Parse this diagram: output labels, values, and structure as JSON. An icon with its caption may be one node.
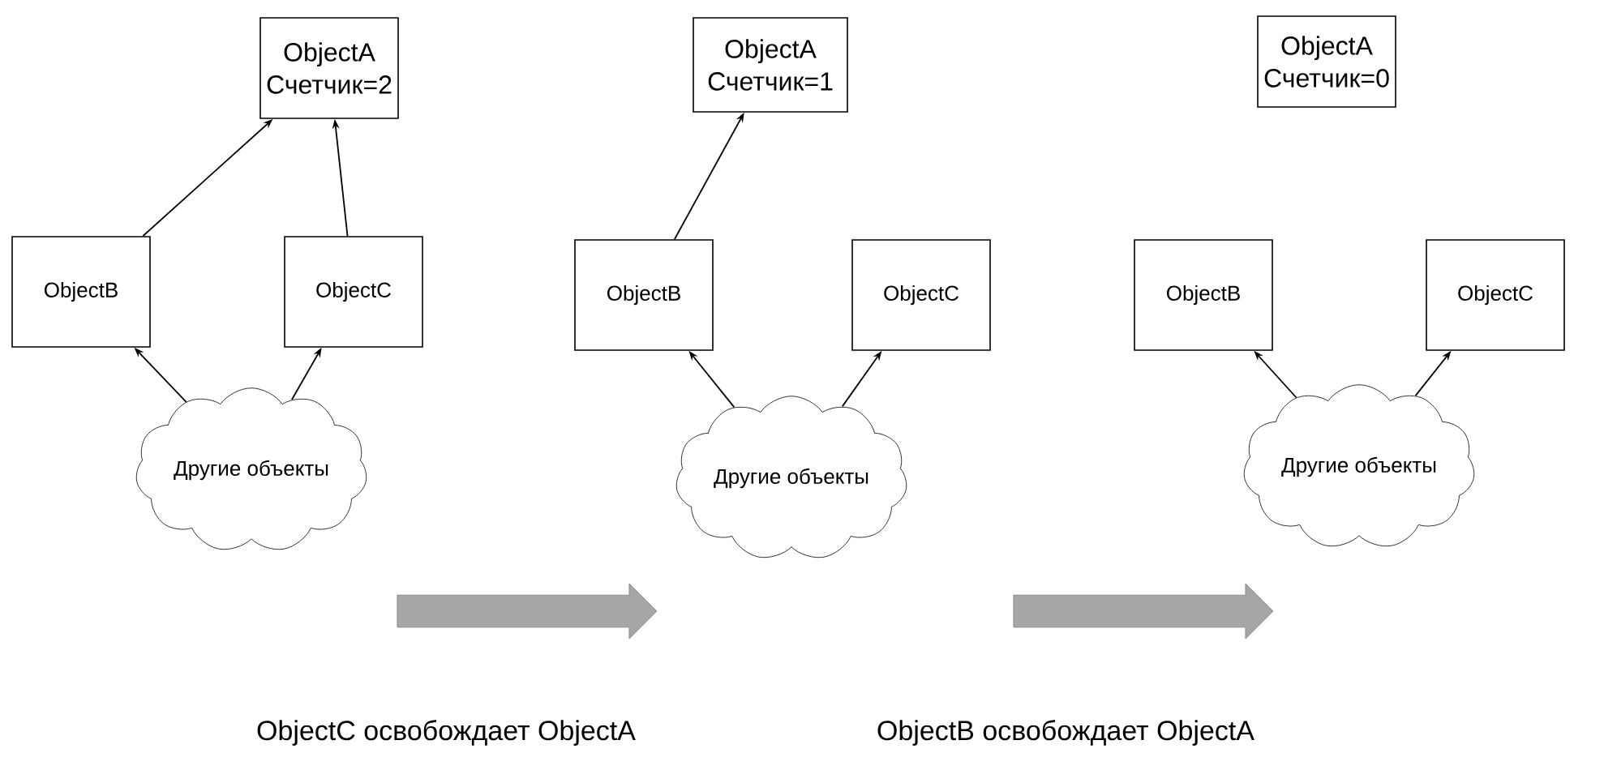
{
  "diagram": {
    "nodes": [
      {
        "text": [
          "ObjectA",
          "Счетчик=2"
        ]
      },
      {
        "text": [
          "ObjectB"
        ]
      },
      {
        "text": [
          "ObjectC"
        ]
      },
      {
        "text": [
          "Другие объекты"
        ]
      },
      {
        "text": [
          "ObjectA",
          "Счетчик=1"
        ]
      },
      {
        "text": [
          "ObjectB"
        ]
      },
      {
        "text": [
          "ObjectC"
        ]
      },
      {
        "text": [
          "Другие объекты"
        ]
      },
      {
        "text": [
          "ObjectA",
          "Счетчик=0"
        ]
      },
      {
        "text": [
          "ObjectB"
        ]
      },
      {
        "text": [
          "ObjectC"
        ]
      },
      {
        "text": [
          "Другие объекты"
        ]
      }
    ],
    "edges": [
      {
        "from": 1,
        "to": 0,
        "arrow": "to"
      },
      {
        "from": 2,
        "to": 0,
        "arrow": "to"
      },
      {
        "from": 3,
        "to": 1,
        "arrow": "to"
      },
      {
        "from": 3,
        "to": 2,
        "arrow": "to"
      },
      {
        "from": 5,
        "to": 4,
        "arrow": "to"
      },
      {
        "from": 7,
        "to": 5,
        "arrow": "to"
      },
      {
        "from": 7,
        "to": 6,
        "arrow": "to"
      },
      {
        "from": 11,
        "to": 9,
        "arrow": "to"
      },
      {
        "from": 11,
        "to": 10,
        "arrow": "to"
      }
    ],
    "labels": [
      "ObjectC освобождает ObjectA",
      "ObjectB освобождает ObjectA"
    ]
  }
}
